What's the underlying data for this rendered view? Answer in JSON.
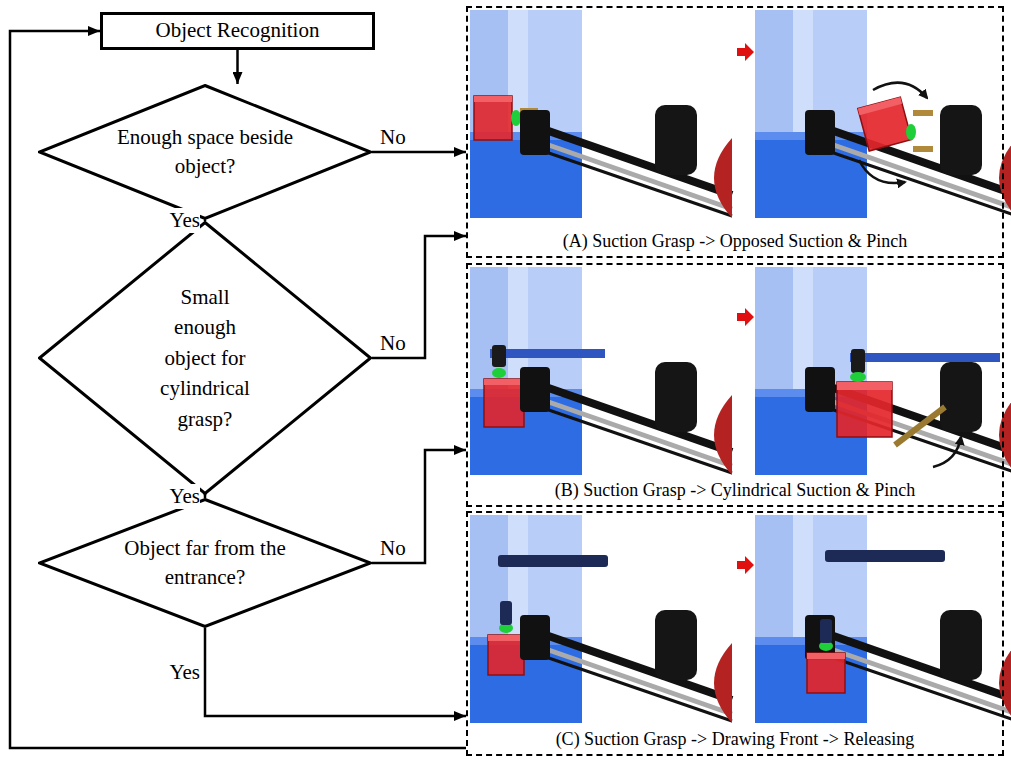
{
  "diagram": {
    "nodes": [
      {
        "text": [
          "Object Recognition"
        ]
      },
      {
        "text": [
          "Enough space beside object?"
        ]
      },
      {
        "text": [
          "Small enough object for cylindrical grasp?"
        ]
      },
      {
        "text": [
          "Object far from the entrance?"
        ]
      },
      {
        "text": [
          "(A) Suction Grasp -> Opposed Suction & Pinch"
        ]
      },
      {
        "text": [
          "(B) Suction Grasp -> Cylindrical Suction & Pinch"
        ]
      },
      {
        "text": [
          "(C) Suction Grasp -> Drawing Front -> Releasing"
        ]
      }
    ],
    "edges": [
      {
        "from": 0,
        "to": 1,
        "arrow": "to"
      },
      {
        "from": 1,
        "to": 4,
        "label": "No",
        "arrow": "to"
      },
      {
        "from": 1,
        "to": 2,
        "label": "Yes",
        "arrow": "to"
      },
      {
        "from": 2,
        "to": 4,
        "label": "No",
        "arrow": "to"
      },
      {
        "from": 2,
        "to": 3,
        "label": "Yes",
        "arrow": "to"
      },
      {
        "from": 3,
        "to": 5,
        "label": "No",
        "arrow": "to"
      },
      {
        "from": 3,
        "to": 6,
        "label": "Yes",
        "arrow": "to"
      },
      {
        "from": 6,
        "to": 0,
        "arrow": "to"
      }
    ]
  }
}
